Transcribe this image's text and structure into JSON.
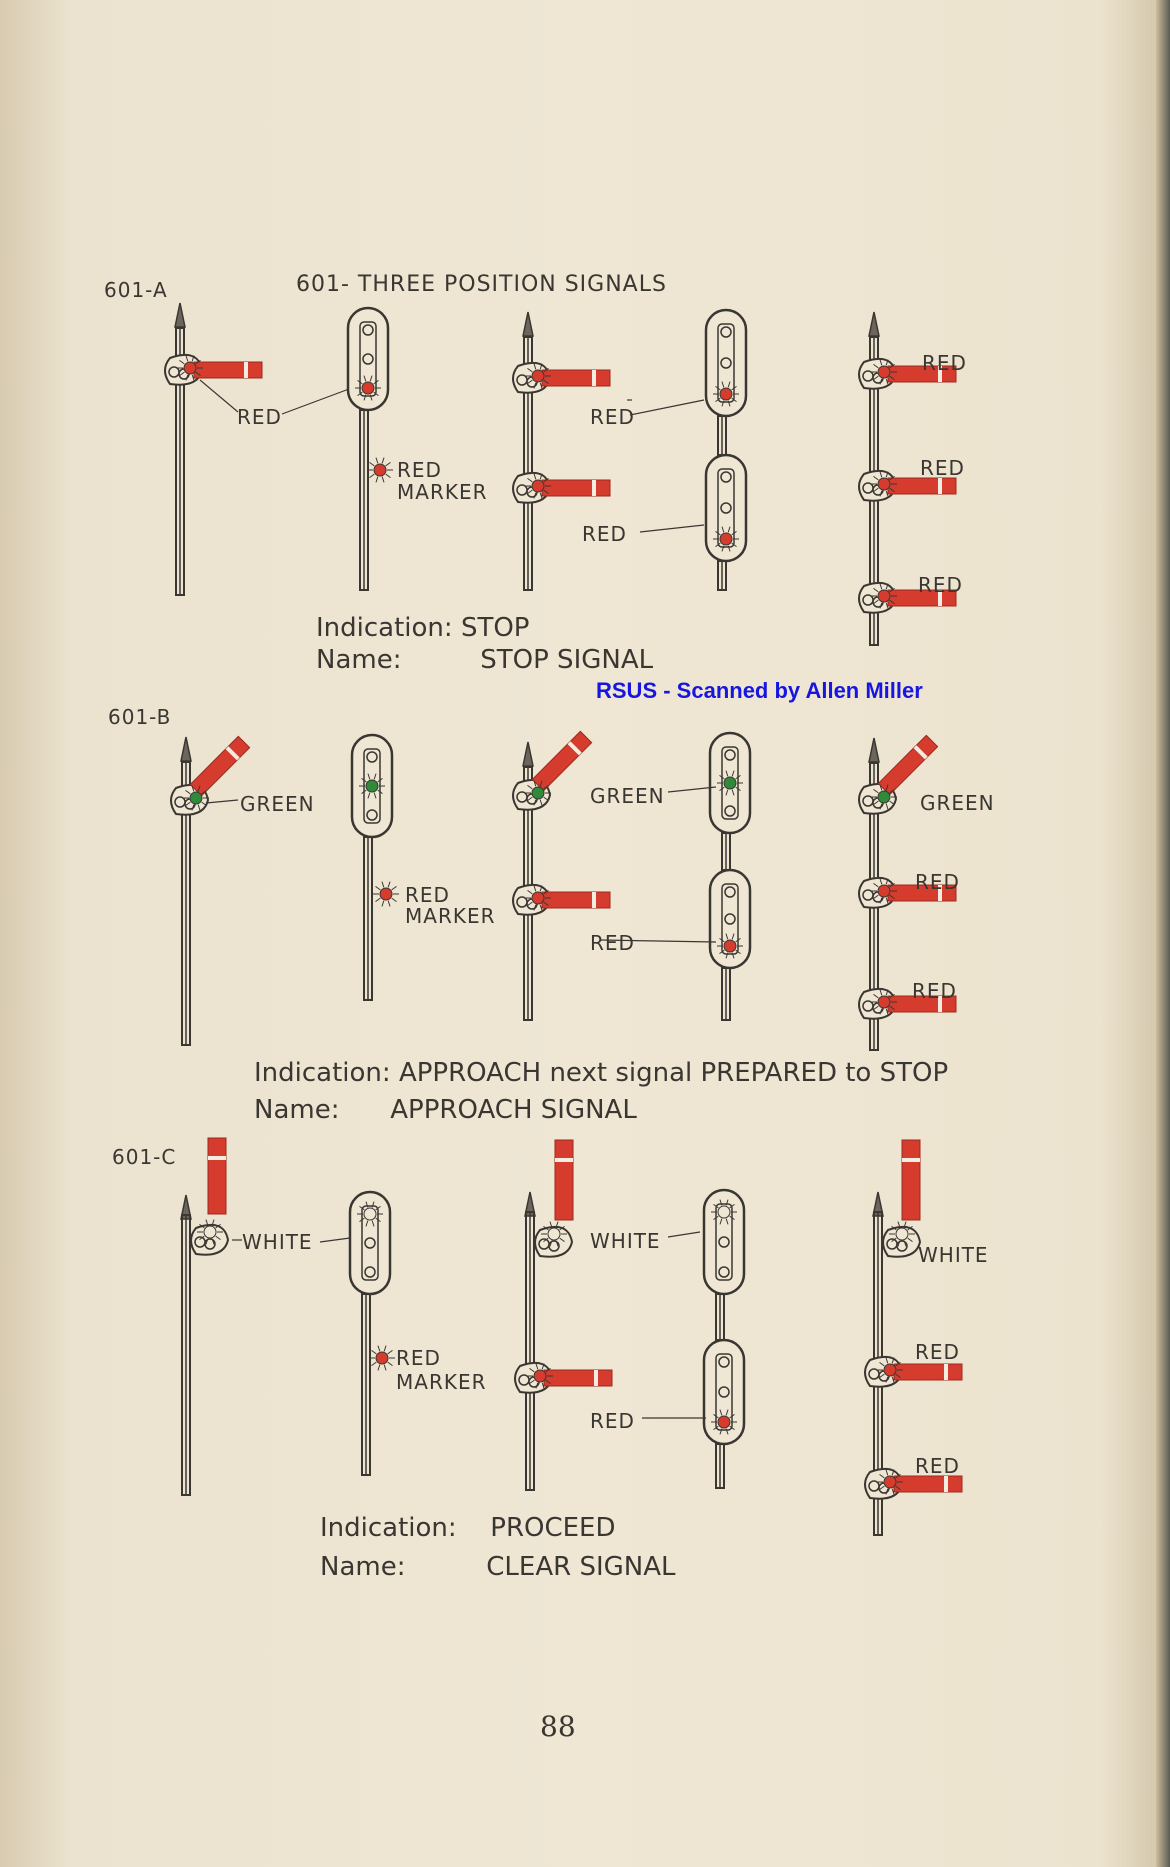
{
  "figures": {
    "a": {
      "id": "601-A",
      "title": "601- THREE   POSITION  SIGNALS"
    },
    "b": {
      "id": "601-B"
    },
    "c": {
      "id": "601-C"
    }
  },
  "labels": {
    "red": "RED",
    "green": "GREEN",
    "white": "WHITE",
    "marker": "MARKER"
  },
  "captions": {
    "a": {
      "indication_key": "Indication:",
      "indication_value": "STOP",
      "name_key": "Name:",
      "name_value": "STOP  SIGNAL"
    },
    "b": {
      "indication_key": "Indication:",
      "indication_value": "APPROACH  next signal  PREPARED to STOP",
      "name_key": "Name:",
      "name_value": "APPROACH  SIGNAL"
    },
    "c": {
      "indication_key": "Indication:",
      "indication_value": "PROCEED",
      "name_key": "Name:",
      "name_value": "CLEAR  SIGNAL"
    }
  },
  "credit": "RSUS - Scanned by Allen Miller",
  "page_number": "88",
  "colors": {
    "red": "#d63c2e",
    "green": "#2f8a3a",
    "ink": "#3a3632",
    "credit_blue": "#1616e0"
  }
}
